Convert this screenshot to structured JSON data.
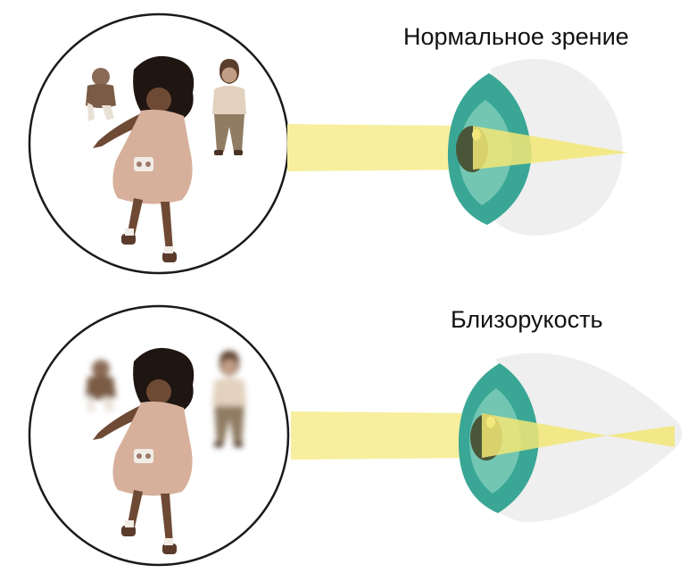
{
  "labels": {
    "normal": "Нормальное зрение",
    "myopia": "Близорукость"
  },
  "colors": {
    "light_beam": "#f7ef9e",
    "focus_cone": "#f2e676",
    "cornea_teal": "#3aa796",
    "cornea_light": "#73c6b2",
    "iris": "#4a5638",
    "eyeball": "#efefef",
    "skin": "#6e4a35",
    "hair": "#1f1511",
    "dress": "#d7b09c",
    "boy_shirt": "#e2d1be",
    "boy_pants": "#8f7c62",
    "toddler_shirt": "#7a5b45"
  },
  "icons": [
    "child-scene",
    "eye",
    "light-beam"
  ]
}
